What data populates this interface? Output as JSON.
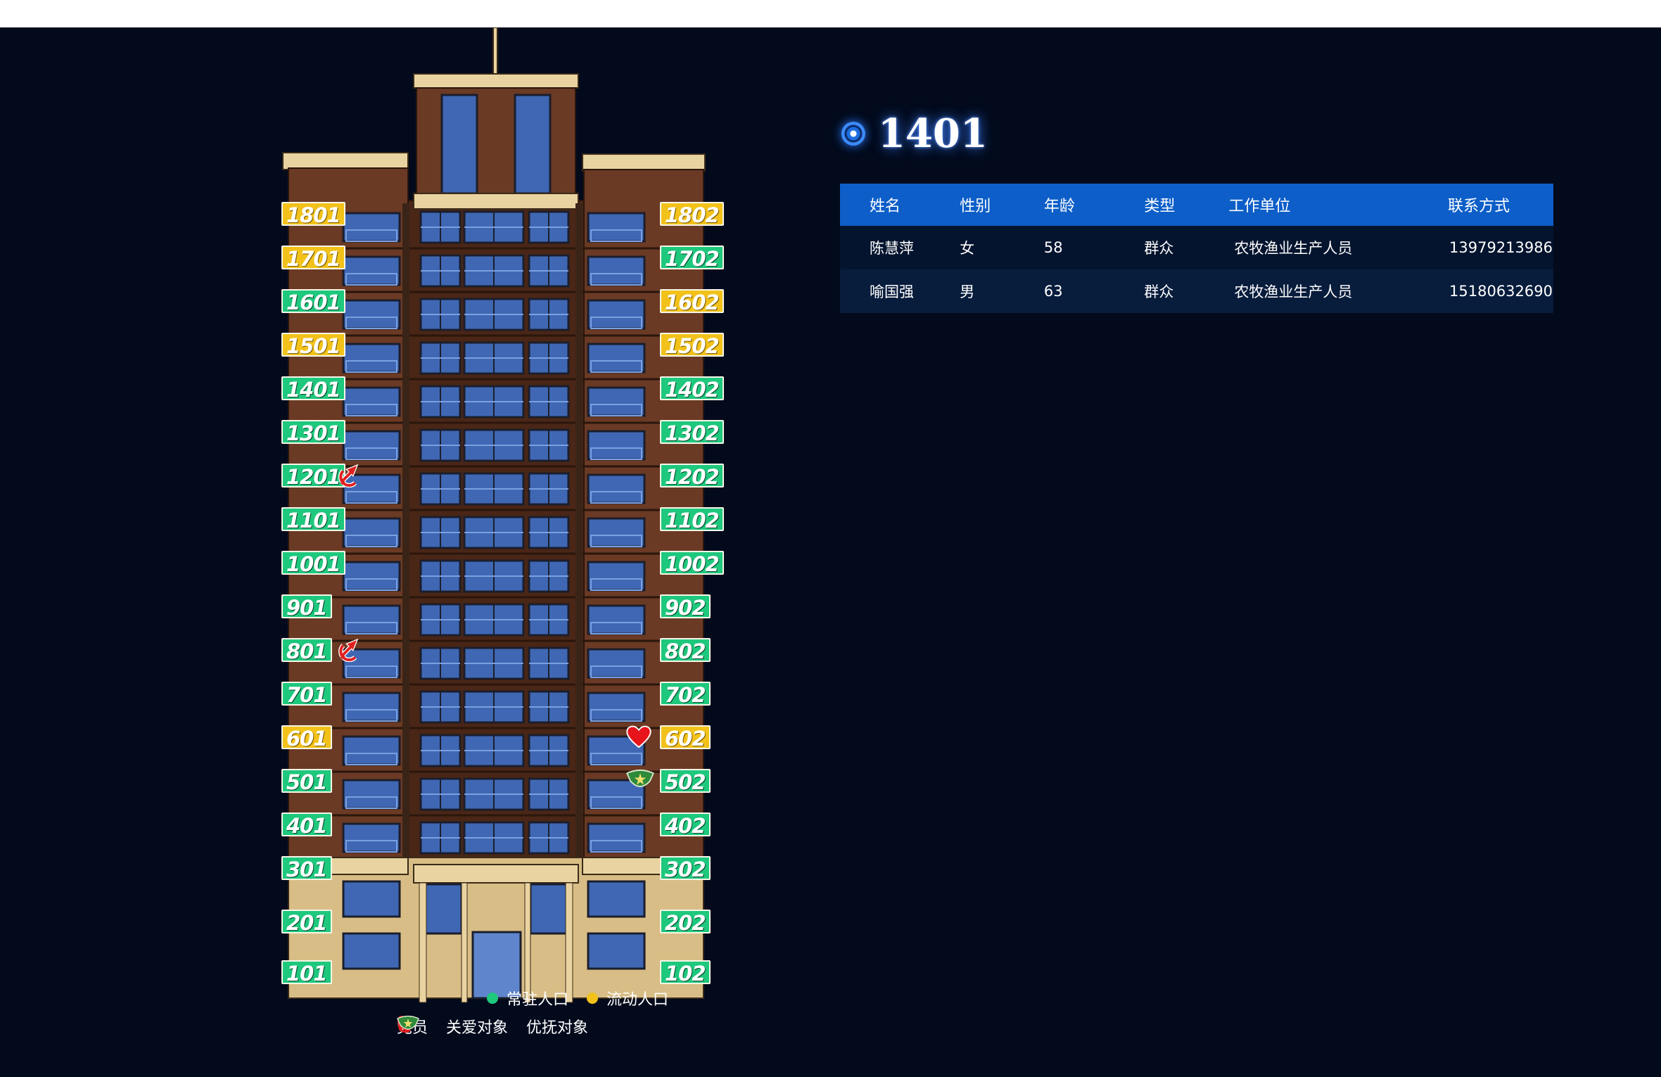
{
  "building": {
    "left_units": [
      {
        "label": "1801",
        "status": "flow"
      },
      {
        "label": "1701",
        "status": "flow"
      },
      {
        "label": "1601",
        "status": "res"
      },
      {
        "label": "1501",
        "status": "flow"
      },
      {
        "label": "1401",
        "status": "res"
      },
      {
        "label": "1301",
        "status": "res"
      },
      {
        "label": "1201",
        "status": "res"
      },
      {
        "label": "1101",
        "status": "res"
      },
      {
        "label": "1001",
        "status": "res"
      },
      {
        "label": "901",
        "status": "res"
      },
      {
        "label": "801",
        "status": "res"
      },
      {
        "label": "701",
        "status": "res"
      },
      {
        "label": "601",
        "status": "flow"
      },
      {
        "label": "501",
        "status": "res"
      },
      {
        "label": "401",
        "status": "res"
      },
      {
        "label": "301",
        "status": "res"
      },
      {
        "label": "201",
        "status": "res"
      },
      {
        "label": "101",
        "status": "res"
      }
    ],
    "right_units": [
      {
        "label": "1802",
        "status": "flow"
      },
      {
        "label": "1702",
        "status": "res"
      },
      {
        "label": "1602",
        "status": "flow"
      },
      {
        "label": "1502",
        "status": "flow"
      },
      {
        "label": "1402",
        "status": "res"
      },
      {
        "label": "1302",
        "status": "res"
      },
      {
        "label": "1202",
        "status": "res"
      },
      {
        "label": "1102",
        "status": "res"
      },
      {
        "label": "1002",
        "status": "res"
      },
      {
        "label": "902",
        "status": "res"
      },
      {
        "label": "802",
        "status": "res"
      },
      {
        "label": "702",
        "status": "res"
      },
      {
        "label": "602",
        "status": "flow"
      },
      {
        "label": "502",
        "status": "res"
      },
      {
        "label": "402",
        "status": "res"
      },
      {
        "label": "302",
        "status": "res"
      },
      {
        "label": "202",
        "status": "res"
      },
      {
        "label": "102",
        "status": "res"
      }
    ],
    "markers": [
      {
        "unit": "1201",
        "icon": "party-emblem-icon"
      },
      {
        "unit": "801",
        "icon": "party-emblem-icon"
      },
      {
        "unit": "602",
        "icon": "heart-icon"
      },
      {
        "unit": "502",
        "icon": "army-badge-icon"
      }
    ]
  },
  "legend": {
    "resident": "常驻人口",
    "floating": "流动人口",
    "party": "党员",
    "care": "关爱对象",
    "benefit": "优抚对象",
    "colors": {
      "resident": "#1ec87d",
      "floating": "#f2c21a",
      "care": "#e8141c",
      "benefit": "#2f8a3a",
      "party": "#e02020"
    }
  },
  "detail": {
    "unit_title": "1401",
    "columns": [
      "姓名",
      "性别",
      "年龄",
      "类型",
      "工作单位",
      "联系方式"
    ],
    "rows": [
      {
        "name": "陈慧萍",
        "sex": "女",
        "age": "58",
        "type": "群众",
        "work": "农牧渔业生产人员",
        "tel": "13979213986"
      },
      {
        "name": "喻国强",
        "sex": "男",
        "age": "63",
        "type": "群众",
        "work": "农牧渔业生产人员",
        "tel": "15180632690"
      }
    ]
  }
}
